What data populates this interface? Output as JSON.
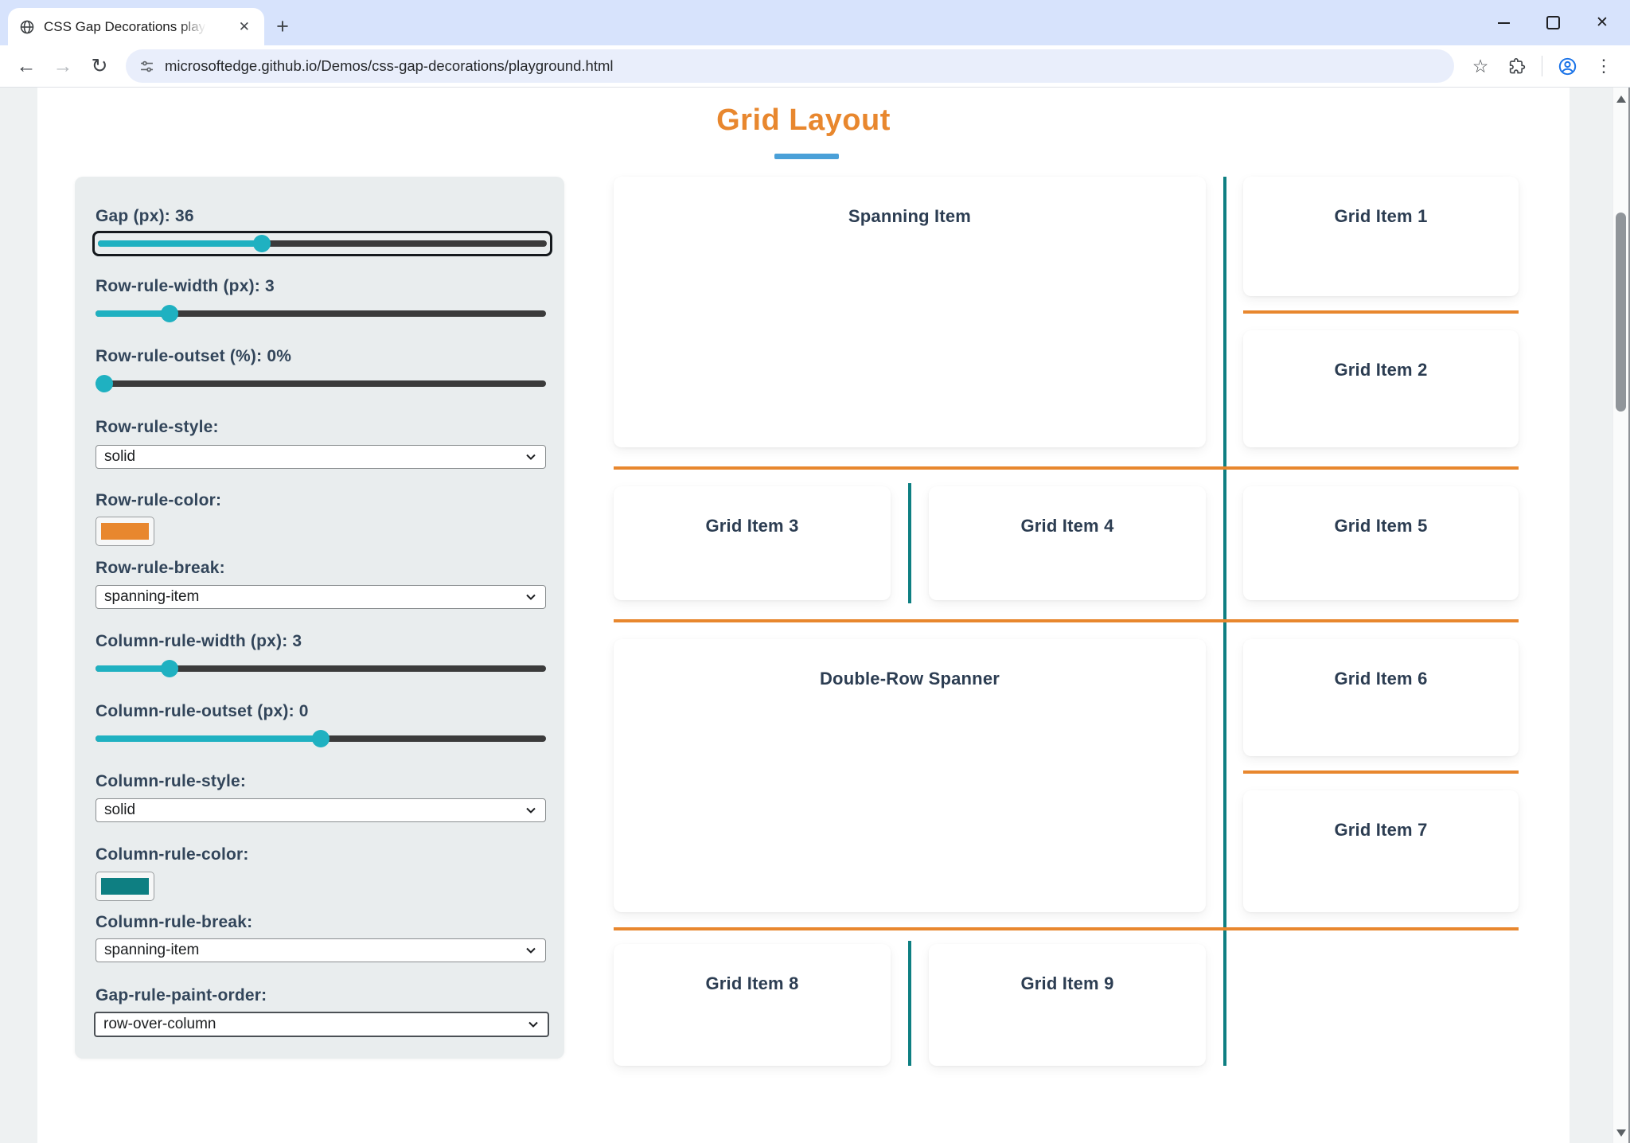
{
  "browser": {
    "tab_title": "CSS Gap Decorations playgroun",
    "url": "microsoftedge.github.io/Demos/css-gap-decorations/playground.html",
    "glyphs": {
      "new_tab": "+",
      "tab_close": "✕",
      "back": "←",
      "forward": "→",
      "reload": "↻",
      "bookmark_star": "☆",
      "menu_kebab": "⋮",
      "window_close": "✕"
    }
  },
  "page": {
    "title": "Grid Layout"
  },
  "colors": {
    "orange": "#e8872e",
    "teal": "#0e7f82",
    "slider_teal": "#1fb1c1",
    "underline_blue": "#4aa0d8"
  },
  "sidebar": {
    "controls": [
      {
        "label": "Gap (px): 36",
        "type": "slider",
        "value": "36"
      },
      {
        "label": "Row-rule-width (px): 3",
        "type": "slider",
        "value": "3"
      },
      {
        "label": "Row-rule-outset (%): 0%",
        "type": "slider",
        "value": "0"
      },
      {
        "label": "Row-rule-style:",
        "type": "select",
        "value": "solid"
      },
      {
        "label": "Row-rule-color:",
        "type": "color",
        "value": "#e8872e"
      },
      {
        "label": "Row-rule-break:",
        "type": "select",
        "value": "spanning-item"
      },
      {
        "label": "Column-rule-width (px): 3",
        "type": "slider",
        "value": "3"
      },
      {
        "label": "Column-rule-outset (px): 0",
        "type": "slider",
        "value": "0"
      },
      {
        "label": "Column-rule-style:",
        "type": "select",
        "value": "solid"
      },
      {
        "label": "Column-rule-color:",
        "type": "color",
        "value": "#0e7f82"
      },
      {
        "label": "Column-rule-break:",
        "type": "select",
        "value": "spanning-item"
      },
      {
        "label": "Gap-rule-paint-order:",
        "type": "select",
        "value": "row-over-column"
      }
    ]
  },
  "grid": {
    "items": [
      {
        "label": "Spanning Item"
      },
      {
        "label": "Grid Item 1"
      },
      {
        "label": "Grid Item 2"
      },
      {
        "label": "Grid Item 3"
      },
      {
        "label": "Grid Item 4"
      },
      {
        "label": "Grid Item 5"
      },
      {
        "label": "Double-Row Spanner"
      },
      {
        "label": "Grid Item 6"
      },
      {
        "label": "Grid Item 7"
      },
      {
        "label": "Grid Item 8"
      },
      {
        "label": "Grid Item 9"
      }
    ],
    "rule_colors": {
      "row": "#e8872e",
      "column": "#0e7f82"
    }
  }
}
